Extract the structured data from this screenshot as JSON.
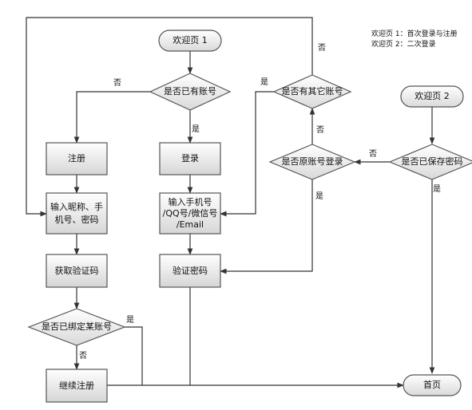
{
  "legend": {
    "line1": "欢迎页 1：首次登录与注册",
    "line2": "欢迎页 2：二次登录"
  },
  "nodes": {
    "welcome1": "欢迎页 1",
    "welcome2": "欢迎页 2",
    "has_account": "是否已有账号",
    "has_other_account": "是否有其它账号",
    "saved_password": "是否已保存密码",
    "original_account_login": "是否原账号登录",
    "register": "注册",
    "login": "登录",
    "input_nickname_l1": "输入昵称、手",
    "input_nickname_l2": "机号、密码",
    "input_phone_l1": "输入手机号",
    "input_phone_l2": "/QQ号/微信号",
    "input_phone_l3": "/Email",
    "get_code": "获取验证码",
    "verify_password": "验证密码",
    "bound_account": "是否已绑定某账号",
    "continue_register": "继续注册",
    "home": "首页"
  },
  "labels": {
    "yes": "是",
    "no": "否"
  },
  "colors": {
    "fill_light": "#ffffff",
    "fill_dark": "#d8d8d8",
    "stroke": "#555555",
    "line": "#333333"
  }
}
